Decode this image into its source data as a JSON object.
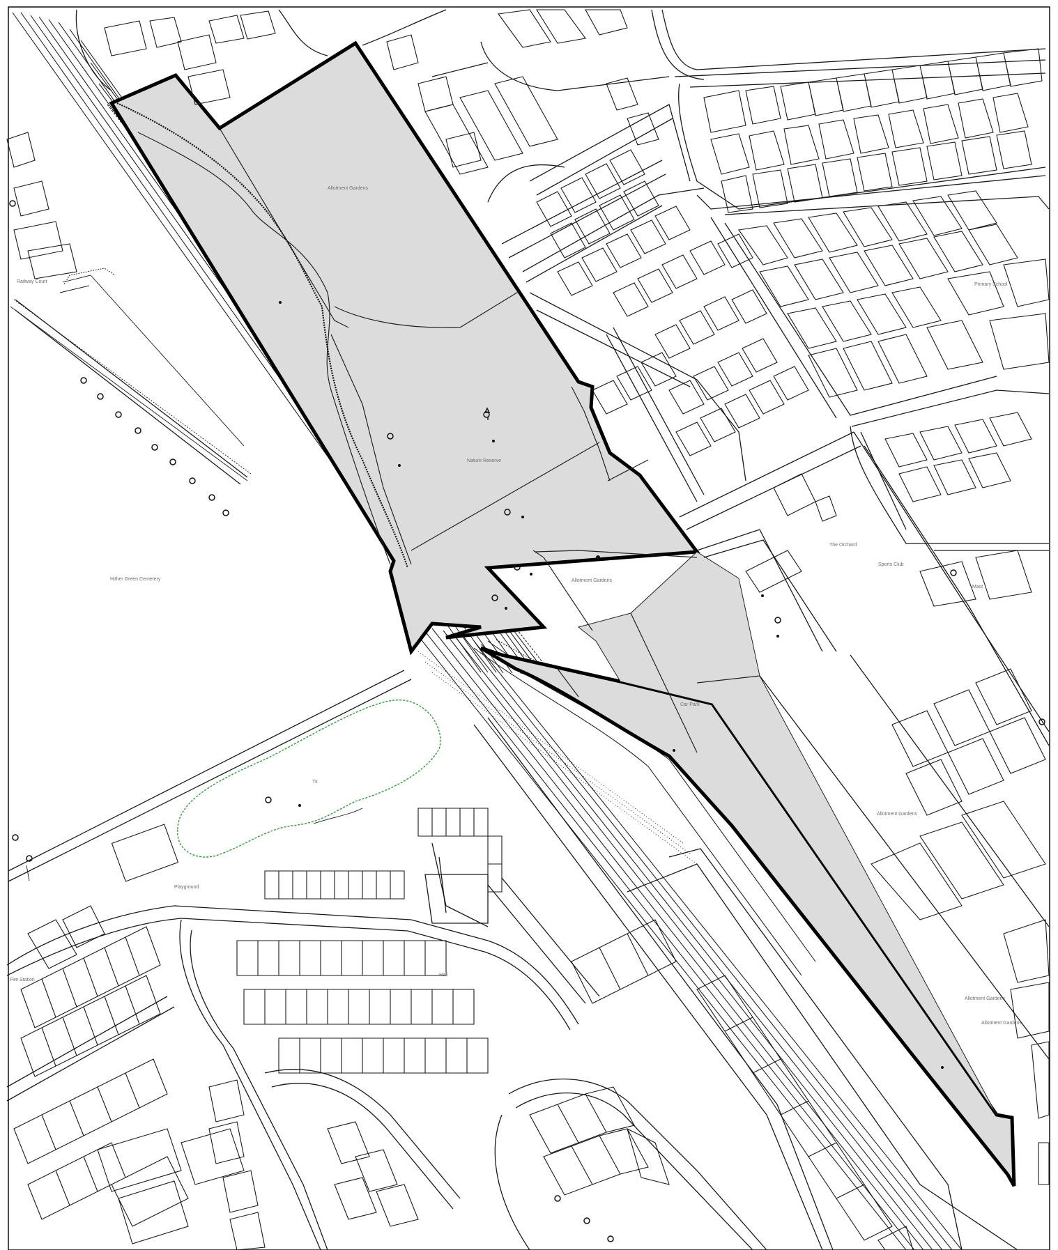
{
  "map": {
    "background": "#ffffff",
    "site_fill": "#dcdcdc",
    "site_outline": "#000000",
    "park_outline": "#2e9a2e",
    "labels": {
      "allotment_gardens_north": "Allotment Gardens",
      "nature_reserve": "Nature Reserve",
      "allotment_gardens_mid": "Allotment Gardens",
      "allotment_gardens_east": "Allotment Gardens",
      "allotment_gardens_se": "Allotment Gardens",
      "allotment_gardens_far_se": "Allotment Gardens",
      "cemetery": "Hither Green Cemetery",
      "playground": "Playground",
      "car_park": "Car Park",
      "the_orchard": "The Orchard",
      "primary_school": "Primary School",
      "tree_stump_label": "Tk",
      "mast": "Mast",
      "sports_club": "Sports Club",
      "railway_court": "Railway Court",
      "fire_station": "Fire Station",
      "hall": "Hall"
    }
  }
}
